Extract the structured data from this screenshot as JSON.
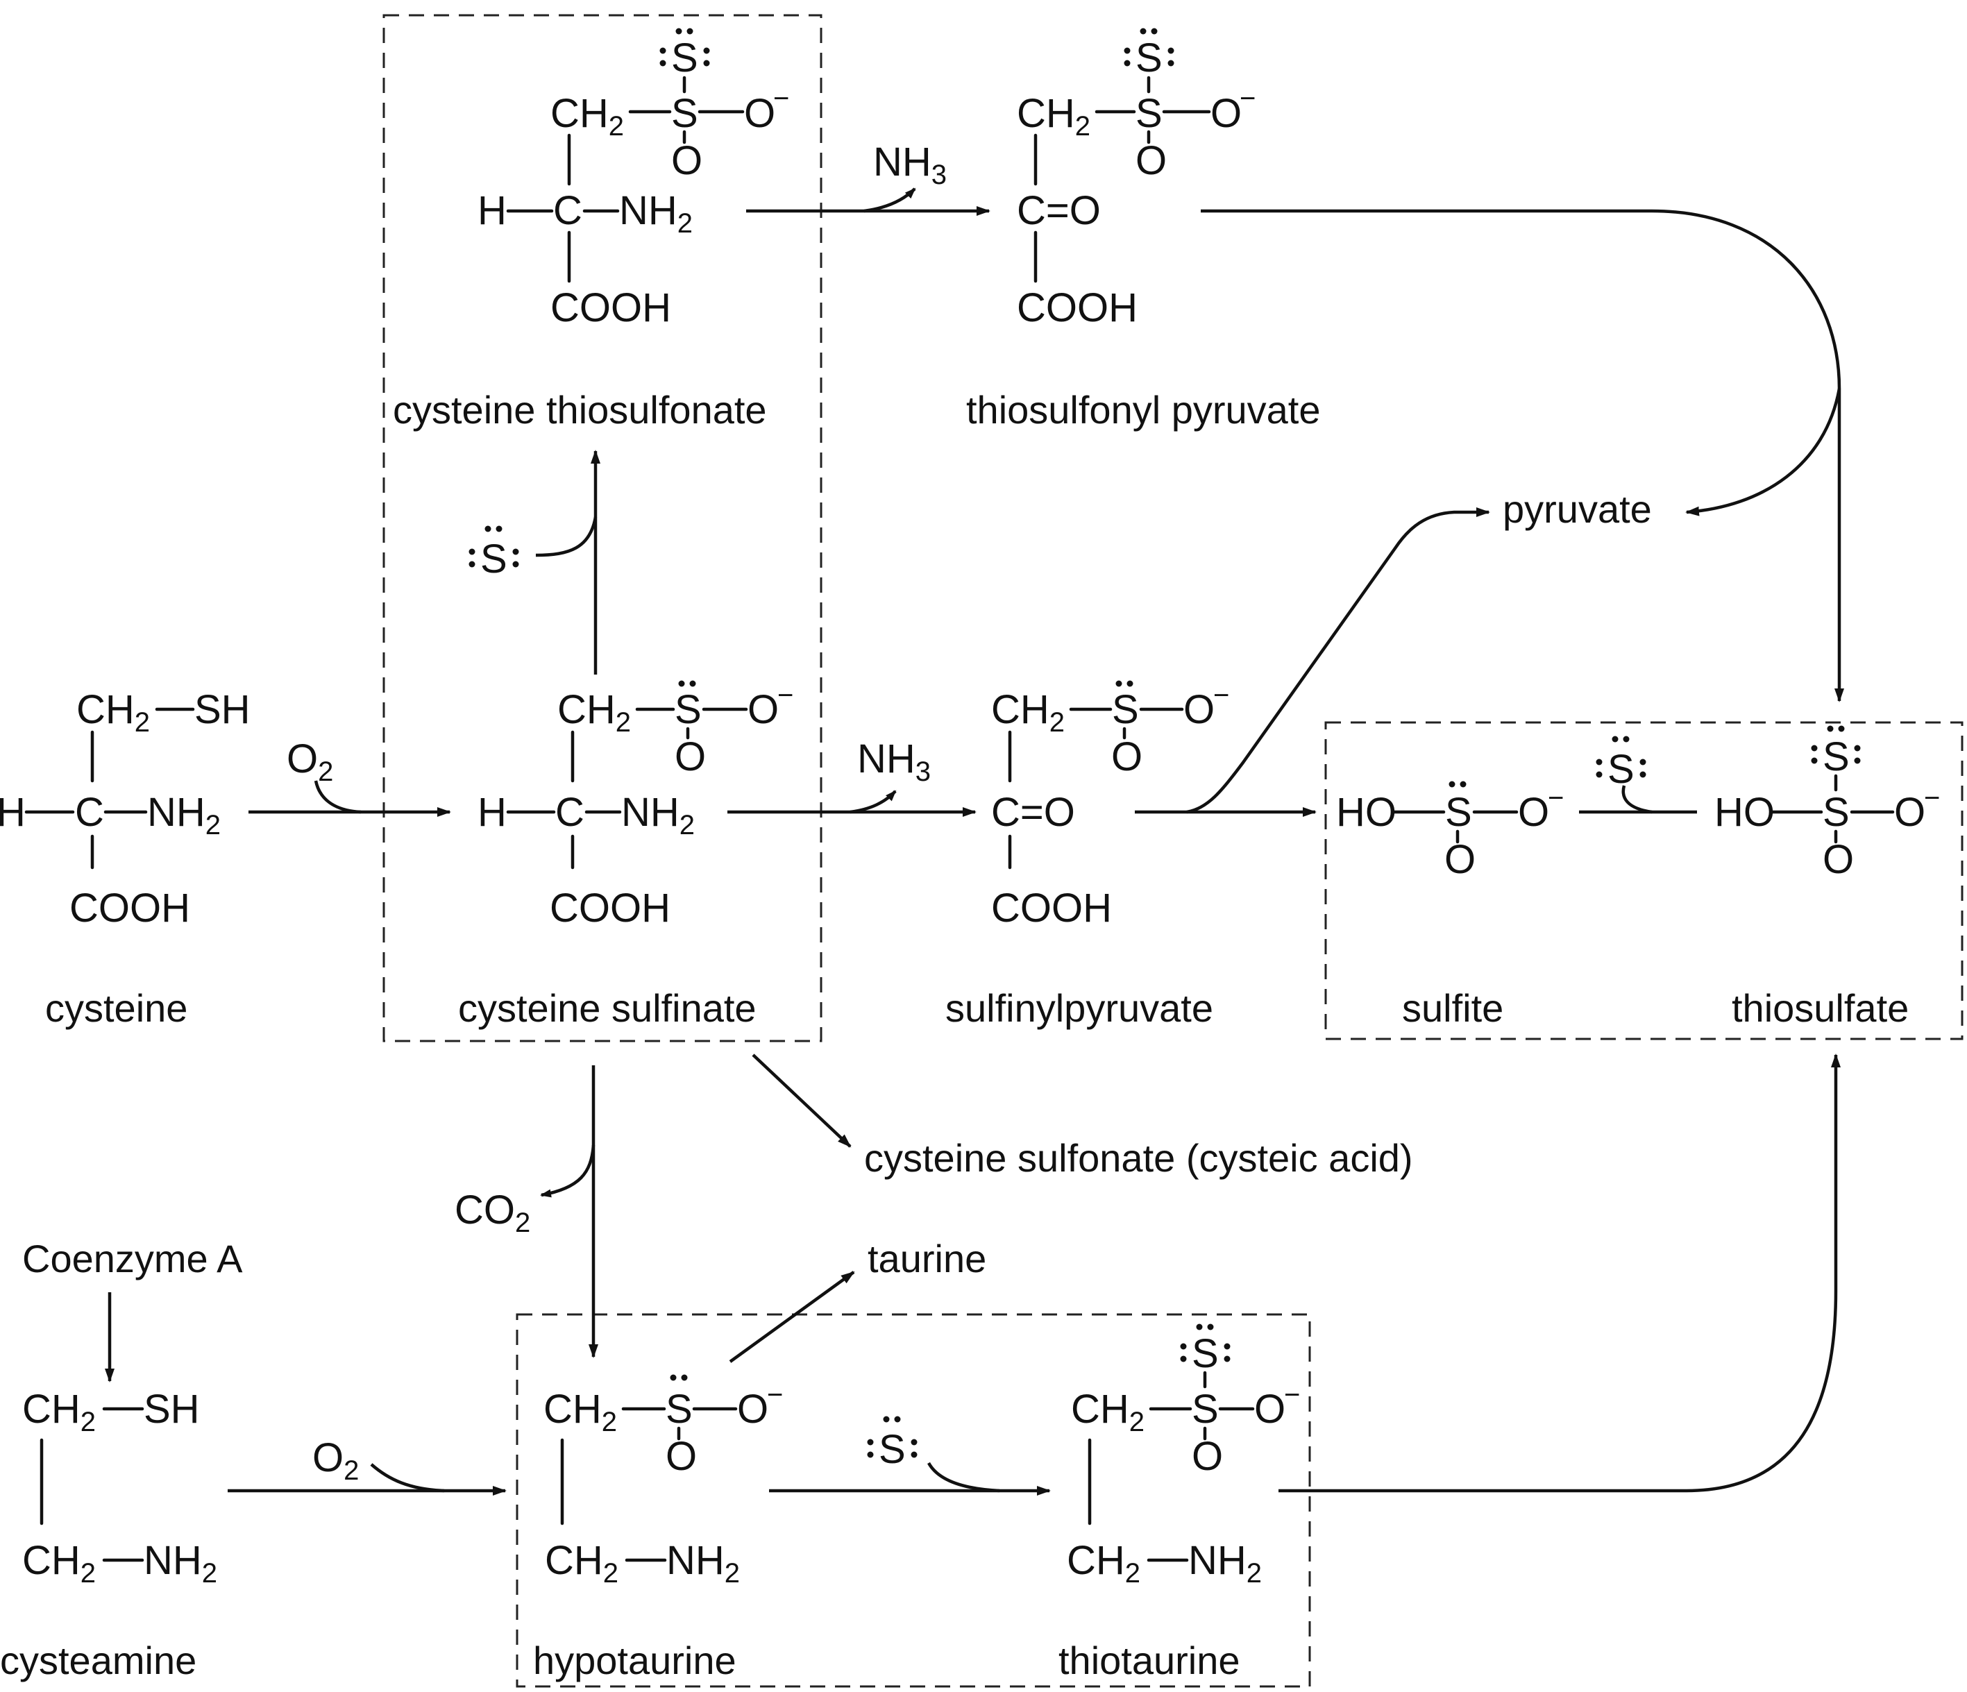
{
  "atoms": {
    "ch2": "CH",
    "two": "2",
    "three": "3",
    "s": "S",
    "o": "O",
    "o_minus": "O",
    "minus": "−",
    "h": "H",
    "c": "C",
    "nh": "NH",
    "sh": "SH",
    "cooh": "COOH",
    "c_eq_o": "C=O",
    "ho": "HO"
  },
  "reagents": {
    "ammonia": "NH",
    "oxygen": "O",
    "carbon_dioxide": "CO",
    "sulfur_atom": "S"
  },
  "compounds": {
    "cysteine": "cysteine",
    "cysteine_sulfinate": "cysteine sulfinate",
    "cysteine_thiosulfonate": "cysteine thiosulfonate",
    "thiosulfonyl_pyruvate": "thiosulfonyl pyruvate",
    "sulfinylpyruvate": "sulfinylpyruvate",
    "pyruvate": "pyruvate",
    "sulfite": "sulfite",
    "thiosulfate": "thiosulfate",
    "cysteine_sulfonate": "cysteine sulfonate (cysteic acid)",
    "taurine": "taurine",
    "coenzyme_a": "Coenzyme A",
    "cysteamine": "cysteamine",
    "hypotaurine": "hypotaurine",
    "thiotaurine": "thiotaurine"
  }
}
